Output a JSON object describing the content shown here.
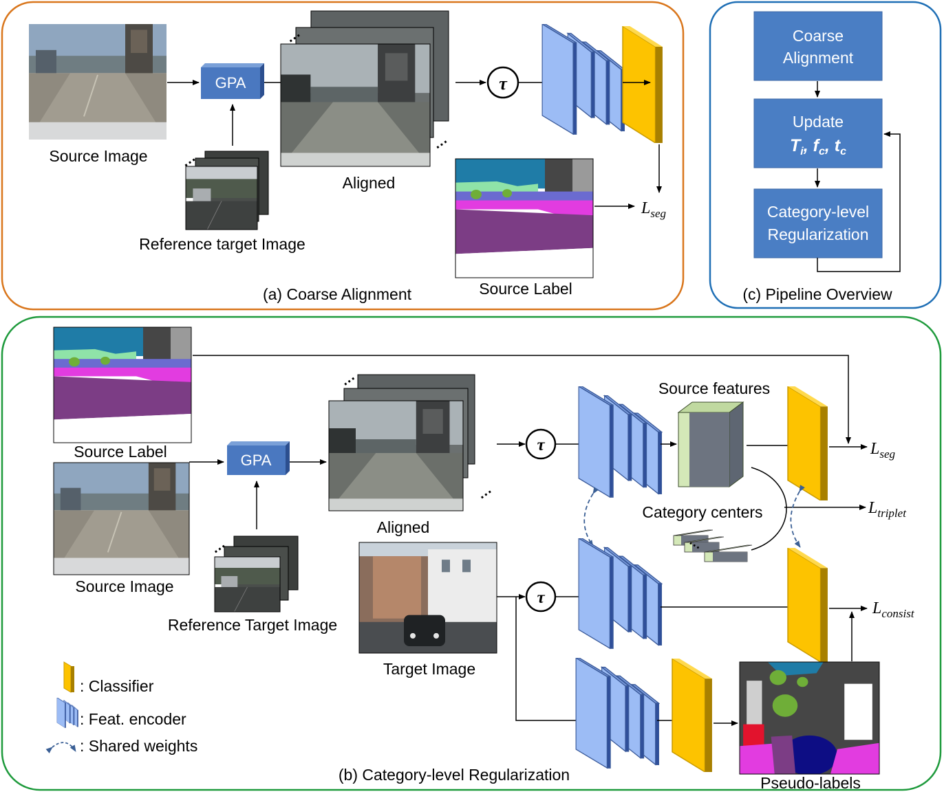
{
  "panels": {
    "a": {
      "caption": "(a) Coarse Alignment",
      "source_image": "Source Image",
      "gpa": "GPA",
      "reference": "Reference target Image",
      "aligned": "Aligned",
      "source_label": "Source Label",
      "tau": "τ",
      "loss": {
        "base": "L",
        "sub": "seg"
      }
    },
    "c": {
      "caption": "(c) Pipeline Overview",
      "step1": [
        "Coarse",
        "Alignment"
      ],
      "step2": {
        "line1": "Update",
        "line2": "T",
        "sub_i": "i",
        "f": "f",
        "sub_c1": "c",
        "t": "t",
        "sub_c2": "c",
        "comma": ", "
      },
      "step3": [
        "Category-level",
        "Regularization"
      ]
    },
    "b": {
      "caption": "(b) Category-level Regularization",
      "source_label": "Source Label",
      "source_image": "Source Image",
      "gpa": "GPA",
      "reference": "Reference Target Image",
      "aligned": "Aligned",
      "target": "Target Image",
      "source_features": "Source features",
      "category_centers": "Category centers",
      "pseudo_labels": "Pseudo-labels",
      "tau": "τ",
      "losses": [
        {
          "base": "L",
          "sub": "seg"
        },
        {
          "base": "L",
          "sub": "triplet"
        },
        {
          "base": "L",
          "sub": "consist"
        }
      ]
    }
  },
  "legend": {
    "classifier": ": Classifier",
    "encoder": ": Feat. encoder",
    "shared": ": Shared weights"
  },
  "colors": {
    "panel_a_border": "#d9761c",
    "panel_b_border": "#1e9a3c",
    "panel_c_border": "#1f6fb5",
    "gpa_box": "#4a78c0",
    "pipeline_box": "#4a7ec4",
    "encoder": "#9cbcf5",
    "classifier": "#fdc300",
    "feature_cube": "#d4e8b8",
    "shared_arrow": "#3a5f95"
  }
}
